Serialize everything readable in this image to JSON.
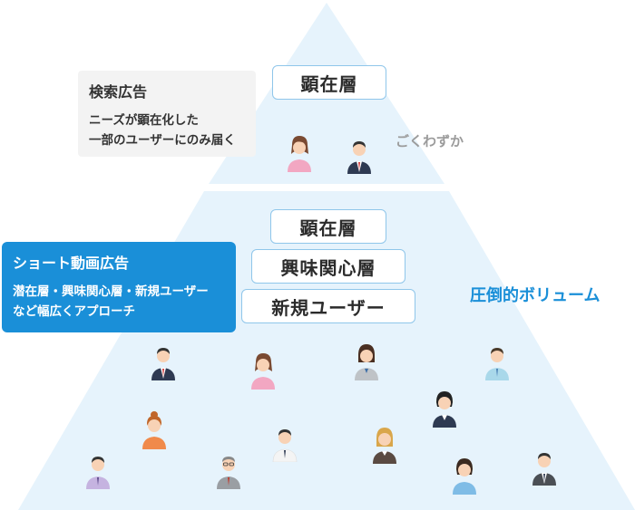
{
  "top_section": {
    "layer_label": "顕在層",
    "small_volume_note": "ごくわずか"
  },
  "search_ad_card": {
    "title": "検索広告",
    "body_line1": "ニーズが顕在化した",
    "body_line2": "一部のユーザーにのみ届く"
  },
  "bottom_section": {
    "layers": [
      "顕在層",
      "興味関心層",
      "新規ユーザー"
    ],
    "large_volume_note": "圧倒的ボリューム"
  },
  "short_video_card": {
    "title": "ショート動画広告",
    "body_line1": "潜在層・興味関心層・新規ユーザー",
    "body_line2": "など幅広くアプローチ"
  },
  "colors": {
    "pyramid_fill": "#e6f3fc",
    "accent_blue": "#1a8fd8",
    "box_border": "#8fc6ea",
    "note_gray": "#9b9b9b"
  },
  "people_icons": [
    {
      "kind": "woman-pink"
    },
    {
      "kind": "man-navy"
    },
    {
      "kind": "man-navy"
    },
    {
      "kind": "woman-pink"
    },
    {
      "kind": "woman-gray"
    },
    {
      "kind": "man-lightblue"
    },
    {
      "kind": "woman-orange"
    },
    {
      "kind": "man-white"
    },
    {
      "kind": "woman-navy"
    },
    {
      "kind": "man-lavender"
    },
    {
      "kind": "man-gray-glasses"
    },
    {
      "kind": "woman-brown"
    },
    {
      "kind": "woman-blue"
    },
    {
      "kind": "man-gray"
    }
  ]
}
